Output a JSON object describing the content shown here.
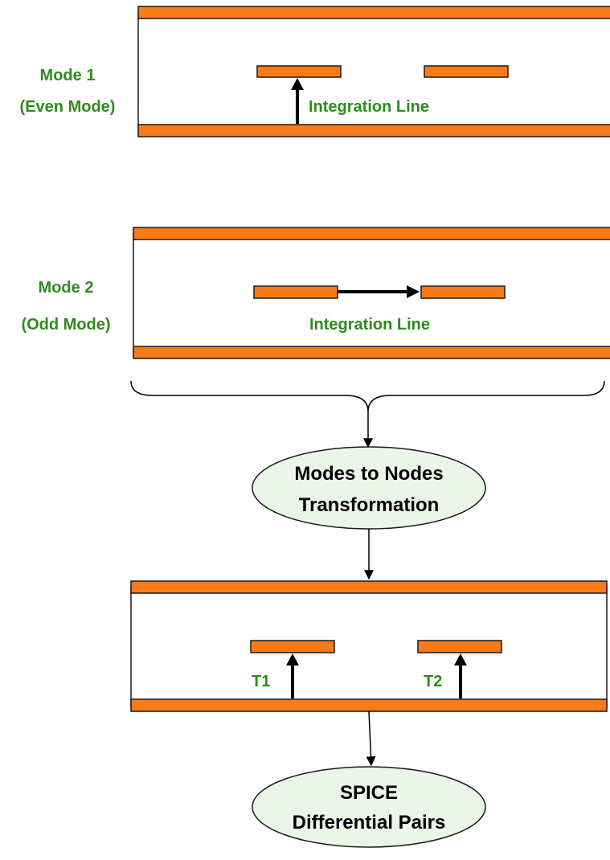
{
  "mode1": {
    "title": "Mode 1",
    "subtitle": "(Even Mode)",
    "integration_label": "Integration Line"
  },
  "mode2": {
    "title": "Mode 2",
    "subtitle": "(Odd Mode)",
    "integration_label": "Integration Line"
  },
  "transform": {
    "line1": "Modes to Nodes",
    "line2": "Transformation"
  },
  "terminals": {
    "t1": "T1",
    "t2": "T2"
  },
  "spice": {
    "line1": "SPICE",
    "line2": "Differential Pairs"
  },
  "colors": {
    "conductor": "#f97b18",
    "label_green": "#2e8b1e",
    "ellipse_fill": "#eaf6e6"
  }
}
